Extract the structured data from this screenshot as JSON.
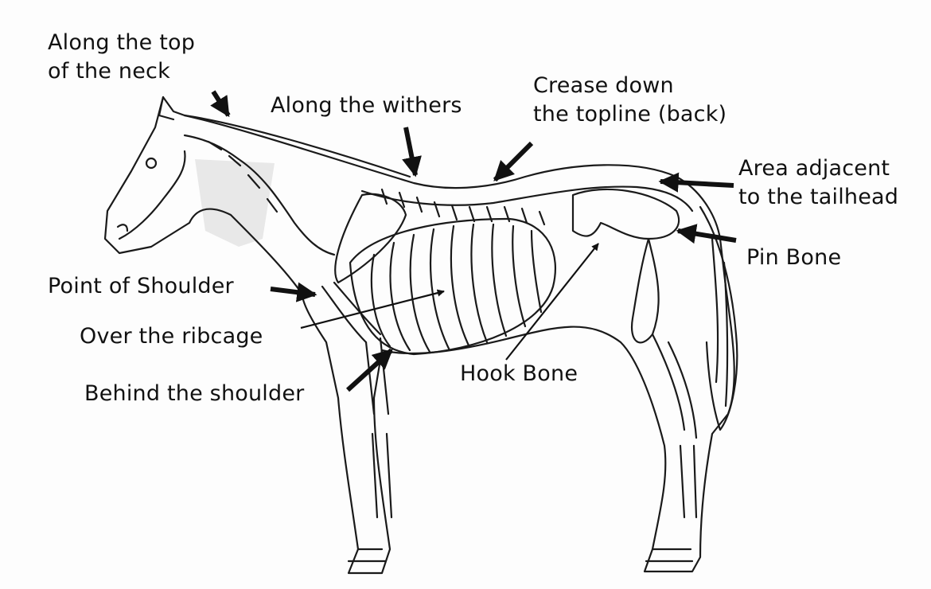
{
  "colors": {
    "background": "#fdfdfd",
    "line": "#1a1a1a",
    "shade": "#e6e6e6",
    "arrow": "#111111"
  },
  "labels": {
    "neck": [
      "Along the top",
      "of the neck"
    ],
    "withers": "Along the withers",
    "crease": [
      "Crease down",
      "the topline (back)"
    ],
    "tailhead": [
      "Area adjacent",
      "to the tailhead"
    ],
    "pin_bone": "Pin Bone",
    "point_of_shoulder": "Point of Shoulder",
    "ribcage": "Over the ribcage",
    "behind_shoulder": "Behind the shoulder",
    "hook_bone": "Hook Bone"
  }
}
